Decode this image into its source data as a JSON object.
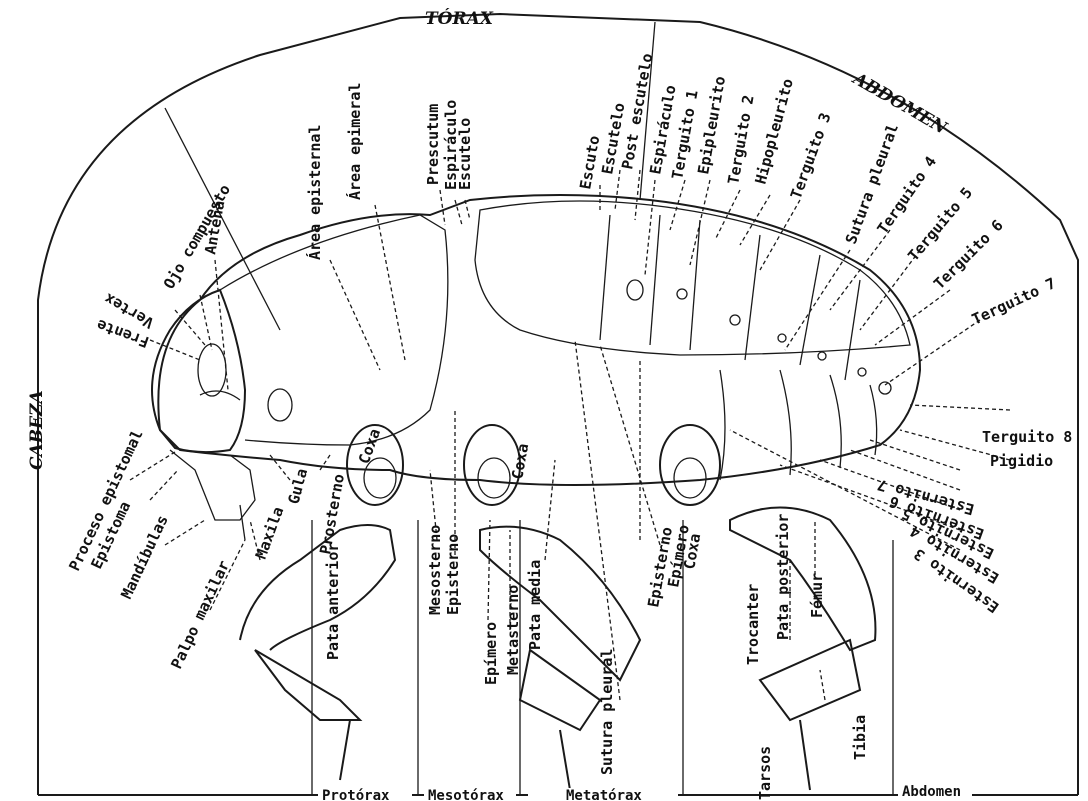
{
  "regions": {
    "cabeza": "CABEZA",
    "torax": "TÓRAX",
    "abdomen": "ABDOMEN"
  },
  "bottom_segments": {
    "protorax": "Protórax",
    "mesotorax": "Mesotórax",
    "metatorax": "Metatórax",
    "abdomen": "Abdomen"
  },
  "labels": {
    "frente": "Frente",
    "vertex": "Vertex",
    "ojo_compuesto": "Ojo compuesto",
    "antena": "Antena",
    "area_episternal": "Área episternal",
    "area_epimeral": "Área epimeral",
    "prescutum": "Prescutum",
    "espiraculo_1": "Espiráculo",
    "escutelo_1": "Escutelo",
    "escuto": "Escuto",
    "escutelo_2": "Escutelo",
    "post_escutelo": "Post escutelo",
    "espiraculo_2": "Espiráculo",
    "terguito_1": "Terguito 1",
    "epipleurito": "Epipleurito",
    "terguito_2": "Terguito 2",
    "hipopleurito": "Hipopleurito",
    "terguito_3": "Terguito 3",
    "sutura_pleural_1": "Sutura pleural",
    "terguito_4": "Terguito 4",
    "terguito_5": "Terguito 5",
    "terguito_6": "Terguito 6",
    "terguito_7": "Terguito 7",
    "terguito_8": "Terguito 8",
    "pigidio": "Pigidio",
    "esternito_7": "Esternito 7",
    "esternito_6": "Esternito 6",
    "esternito_5": "Esternito 5",
    "esternito_4": "Esternito 4",
    "esternito_3": "Esternito 3",
    "proceso_epistomal": "Proceso epistomal",
    "epistoma": "Epistoma",
    "mandibulas": "Mandíbulas",
    "maxila": "Maxila",
    "gula": "Gula",
    "prosterno": "Prosterno",
    "coxa_1": "Coxa",
    "coxa_2": "Coxa",
    "coxa_3": "Coxa",
    "palpo_maxilar": "Palpo maxilar",
    "pata_anterior": "Pata anterior",
    "mesosterno": "Mesosterno",
    "episterno_1": "Episterno",
    "epimero_1": "Epímero",
    "metasterno": "Metasterno",
    "pata_media": "Pata media",
    "sutura_pleural_2": "Sutura pleural",
    "episterno_2": "Episterno",
    "epimero_2": "Epímero",
    "trocanter": "Trocanter",
    "pata_posterior": "Pata posterior",
    "femur": "Fémur",
    "tibia": "Tibia",
    "tarsos": "Tarsos"
  }
}
